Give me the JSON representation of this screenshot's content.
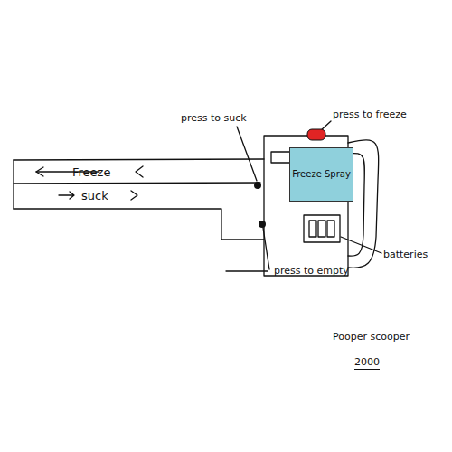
{
  "diagram": {
    "caption": "Pooper scooper",
    "nodes": [
      {
        "text": [
          "Freeze"
        ]
      },
      {
        "text": [
          "suck"
        ]
      },
      {
        "text": [
          "Freeze Spray"
        ]
      }
    ],
    "labels": [
      "press to suck",
      "press to freeze",
      "batteries",
      "press to empty",
      "2000"
    ]
  }
}
